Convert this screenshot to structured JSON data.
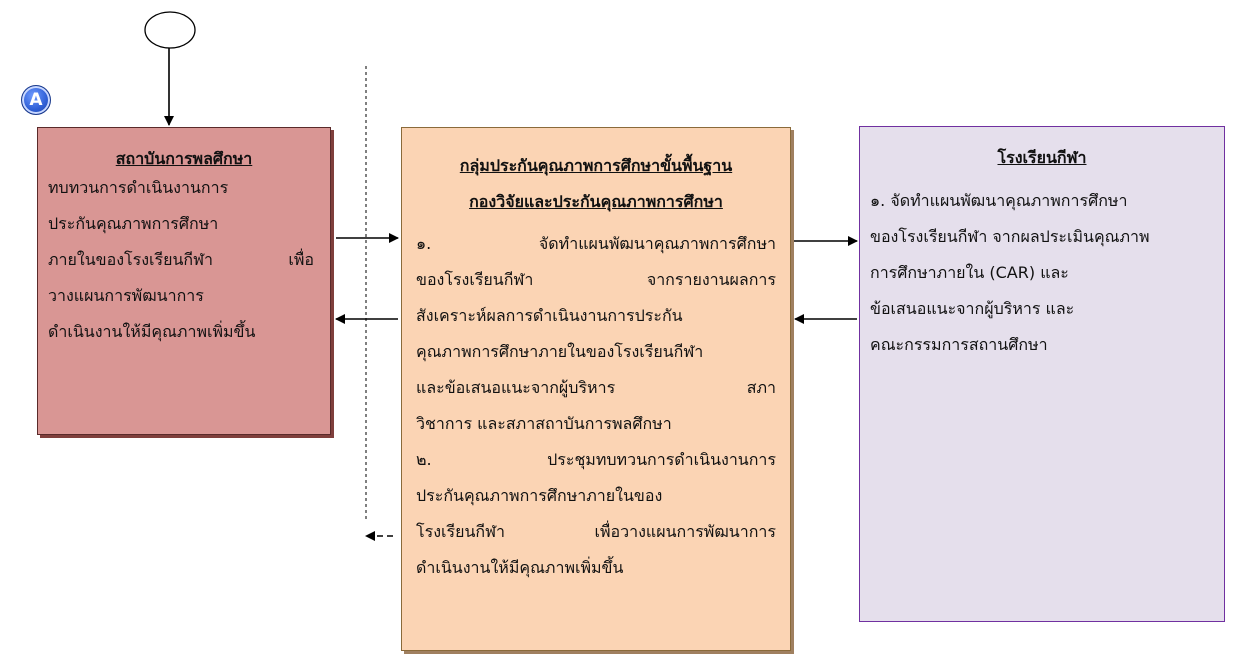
{
  "badge": {
    "label": "A"
  },
  "left_box": {
    "title": "สถาบันการพลศึกษา",
    "lines": [
      "ทบทวนการดำเนินงานการ",
      "ประกันคุณภาพการศึกษา",
      "ภายในของโรงเรียนกีฬา เพื่อ",
      "วางแผนการพัฒนาการ",
      "ดำเนินงานให้มีคุณภาพเพิ่มขึ้น"
    ]
  },
  "middle_box": {
    "title_lines": [
      "กลุ่มประกันคุณภาพการศึกษาขั้นพื้นฐาน",
      "กองวิจัยและประกันคุณภาพการศึกษา"
    ],
    "lines": [
      "๑. จัดทำแผนพัฒนาคุณภาพการศึกษา",
      "ของโรงเรียนกีฬา จากรายงานผลการ",
      "สังเคราะห์ผลการดำเนินงานการประกัน",
      "คุณภาพการศึกษาภายในของโรงเรียนกีฬา",
      "และข้อเสนอแนะจากผู้บริหาร สภา",
      "วิชาการ และสภาสถาบันการพลศึกษา",
      "๒. ประชุมทบทวนการดำเนินงานการ",
      "ประกันคุณภาพการศึกษาภายในของ",
      "โรงเรียนกีฬา เพื่อวางแผนการพัฒนาการ",
      "ดำเนินงานให้มีคุณภาพเพิ่มขึ้น"
    ]
  },
  "right_box": {
    "title": "โรงเรียนกีฬา",
    "lines": [
      "๑. จัดทำแผนพัฒนาคุณภาพการศึกษา",
      "ของโรงเรียนกีฬา จากผลประเมินคุณภาพ",
      "การศึกษาภายใน (CAR) และ",
      "ข้อเสนอแนะจากผู้บริหาร และ",
      "คณะกรรมการสถานศึกษา"
    ]
  },
  "colors": {
    "left_fill": "#d99694",
    "middle_fill": "#fbd4b4",
    "right_fill": "#e5dfec",
    "right_border": "#7030a0",
    "badge": "#2f5fd6"
  }
}
